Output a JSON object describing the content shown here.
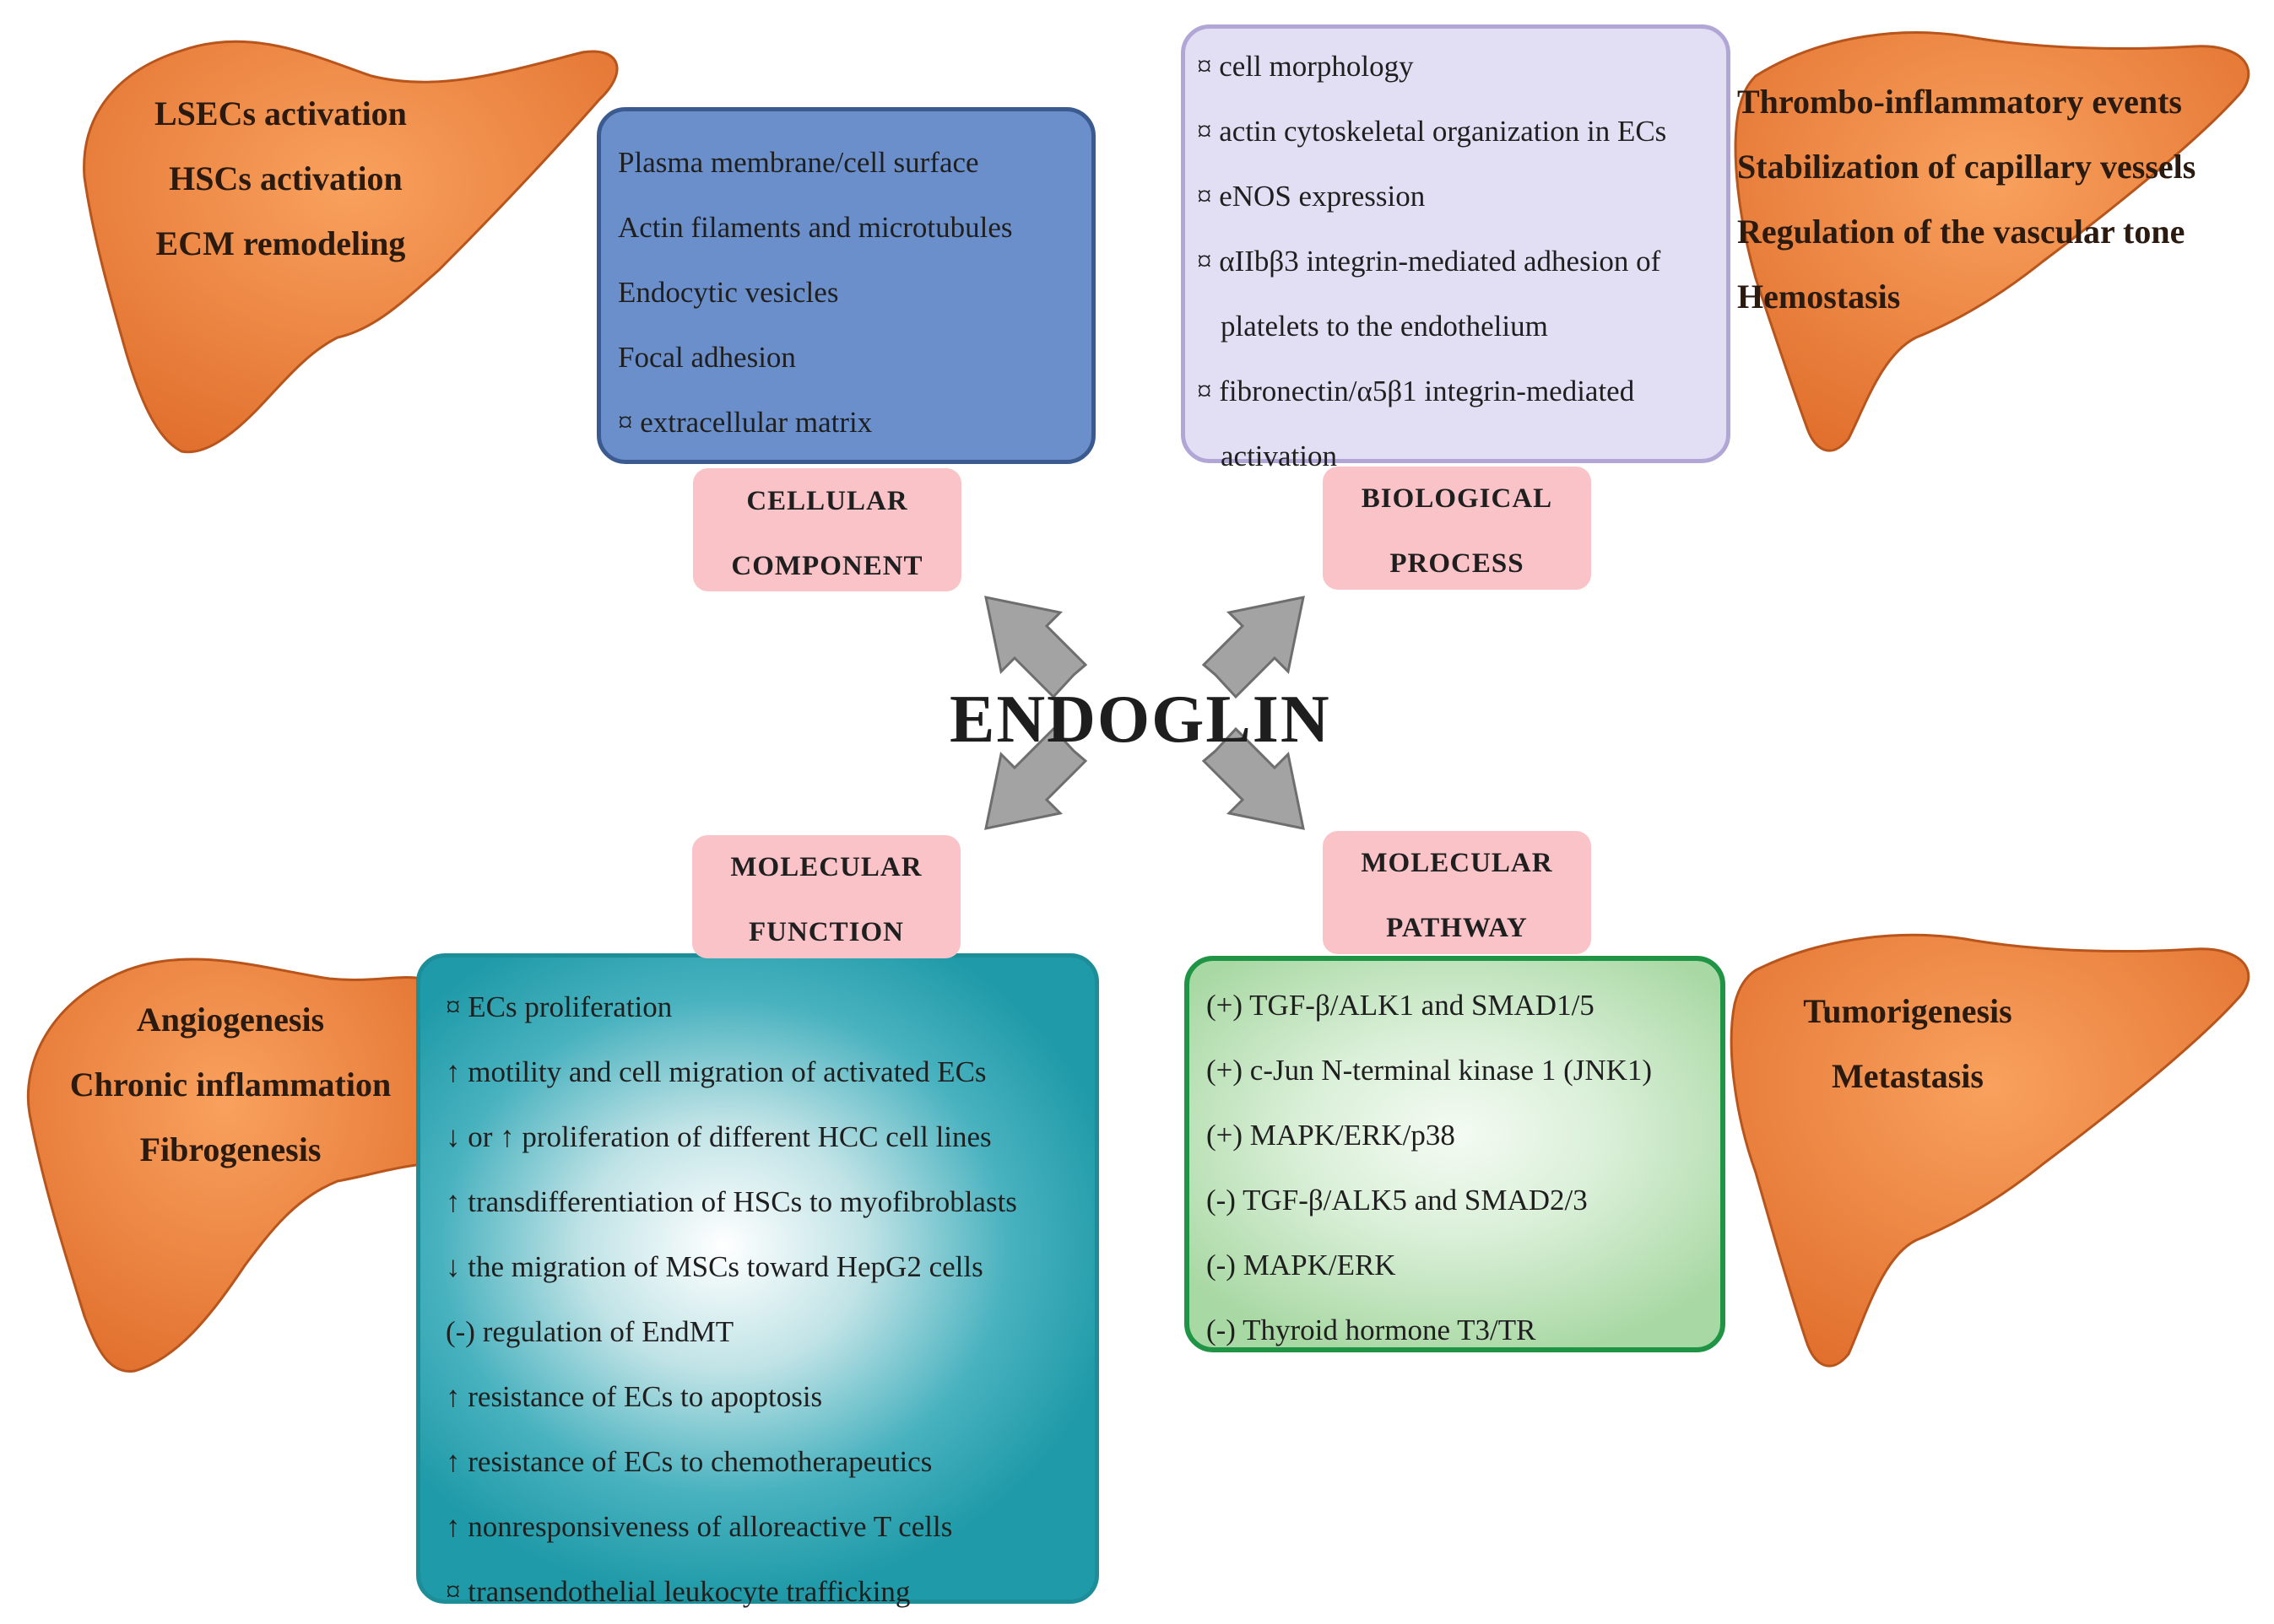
{
  "colors": {
    "liver_fill": "#f28a45",
    "cellular_component_box": "#6a8fca",
    "biological_process_box": "#e2def3",
    "molecular_function_box": "#49b2bf",
    "molecular_pathway_box": "#d9efd7",
    "category_label": "#f9c3c8",
    "arrow": "#a3a3a3"
  },
  "title": "ENDOGLIN",
  "categories": {
    "cellular_component": {
      "label_line1": "CELLULAR",
      "label_line2": "COMPONENT",
      "items": [
        "Plasma membrane/cell surface",
        "Actin filaments and microtubules",
        "Endocytic vesicles",
        "Focal adhesion",
        "¤ extracellular matrix"
      ]
    },
    "biological_process": {
      "label_line1": "BIOLOGICAL",
      "label_line2": "PROCESS",
      "items": [
        "¤ cell morphology",
        "¤ actin cytoskeletal organization in ECs",
        "¤ eNOS expression",
        "¤ αIIbβ3 integrin-mediated adhesion of",
        "platelets to the endothelium",
        "¤ fibronectin/α5β1 integrin-mediated",
        "activation"
      ]
    },
    "molecular_function": {
      "label_line1": "MOLECULAR",
      "label_line2": "FUNCTION",
      "items": [
        "¤ ECs proliferation",
        "↑ motility and cell migration of activated ECs",
        "↓ or ↑ proliferation of different HCC cell lines",
        "↑ transdifferentiation of HSCs to myofibroblasts",
        "↓ the migration of MSCs toward HepG2 cells",
        "(-) regulation of EndMT",
        "↑ resistance of ECs to apoptosis",
        "↑ resistance of ECs to chemotherapeutics",
        "↑ nonresponsiveness of alloreactive T cells",
        "¤ transendothelial leukocyte trafficking"
      ]
    },
    "molecular_pathway": {
      "label_line1": "MOLECULAR",
      "label_line2": "PATHWAY",
      "items": [
        "(+) TGF-β/ALK1 and SMAD1/5",
        "(+) c-Jun N-terminal kinase 1 (JNK1)",
        "(+) MAPK/ERK/p38",
        "(-) TGF-β/ALK5 and SMAD2/3",
        "(-) MAPK/ERK",
        "(-) Thyroid hormone T3/TR"
      ]
    }
  },
  "livers": {
    "top_left": [
      "LSECs activation",
      "HSCs activation",
      "ECM remodeling"
    ],
    "top_right": [
      "Thrombo-inflammatory events",
      "Stabilization of capillary vessels",
      "Regulation of the vascular tone",
      "Hemostasis"
    ],
    "bottom_left": [
      "Angiogenesis",
      "Chronic inflammation",
      "Fibrogenesis"
    ],
    "bottom_right": [
      "Tumorigenesis",
      "Metastasis"
    ]
  }
}
